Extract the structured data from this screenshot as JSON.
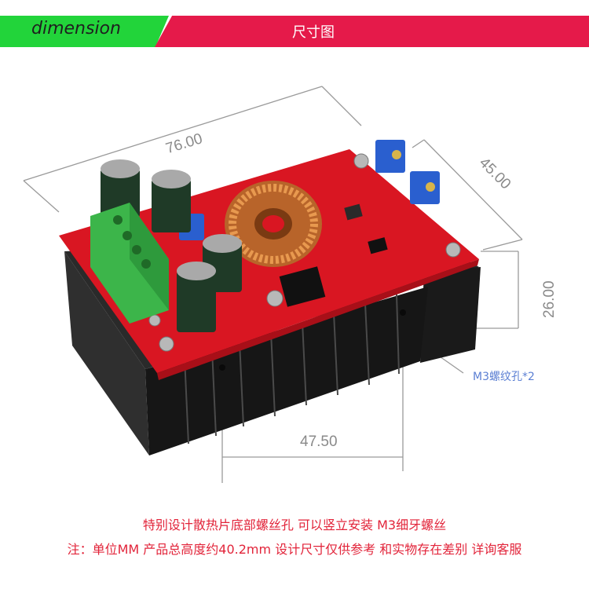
{
  "banner": {
    "title": "dimension",
    "subtitle": "尺寸图"
  },
  "dimensions": {
    "length": "76.00",
    "width": "45.00",
    "height": "26.00",
    "hole_spacing": "47.50",
    "hole_label": "M3螺纹孔*2"
  },
  "notes": {
    "line1": "特别设计散热片底部螺丝孔 可以竖立安装 M3细牙螺丝",
    "line2": "注：单位MM 产品总高度约40.2mm 设计尺寸仅供参考 和实物存在差别 详询客服"
  },
  "colors": {
    "banner_green": "#22d43a",
    "banner_red": "#e51a4a",
    "note_red": "#e2243a",
    "pcb_red": "#d91622",
    "heatsink": "#1e1e1e",
    "terminal_green": "#3cb54a",
    "coil_copper": "#c9702f",
    "label_blue": "#5b7fd3"
  }
}
